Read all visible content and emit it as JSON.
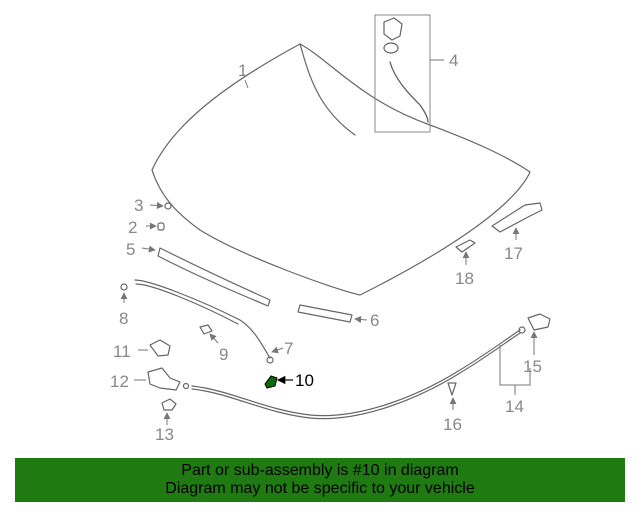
{
  "callouts": {
    "p1": "1",
    "p2": "2",
    "p3": "3",
    "p4": "4",
    "p5": "5",
    "p6": "6",
    "p7": "7",
    "p8": "8",
    "p9": "9",
    "p10": "10",
    "p11": "11",
    "p12": "12",
    "p13": "13",
    "p14": "14",
    "p15": "15",
    "p16": "16",
    "p17": "17",
    "p18": "18"
  },
  "highlighted_part": "10",
  "footer": {
    "line1": "Part or sub-assembly is #10 in diagram",
    "line2": "Diagram may not be specific to your vehicle"
  },
  "colors": {
    "footer_bg": "#1f7a12",
    "highlight": "#0a6a0a"
  }
}
